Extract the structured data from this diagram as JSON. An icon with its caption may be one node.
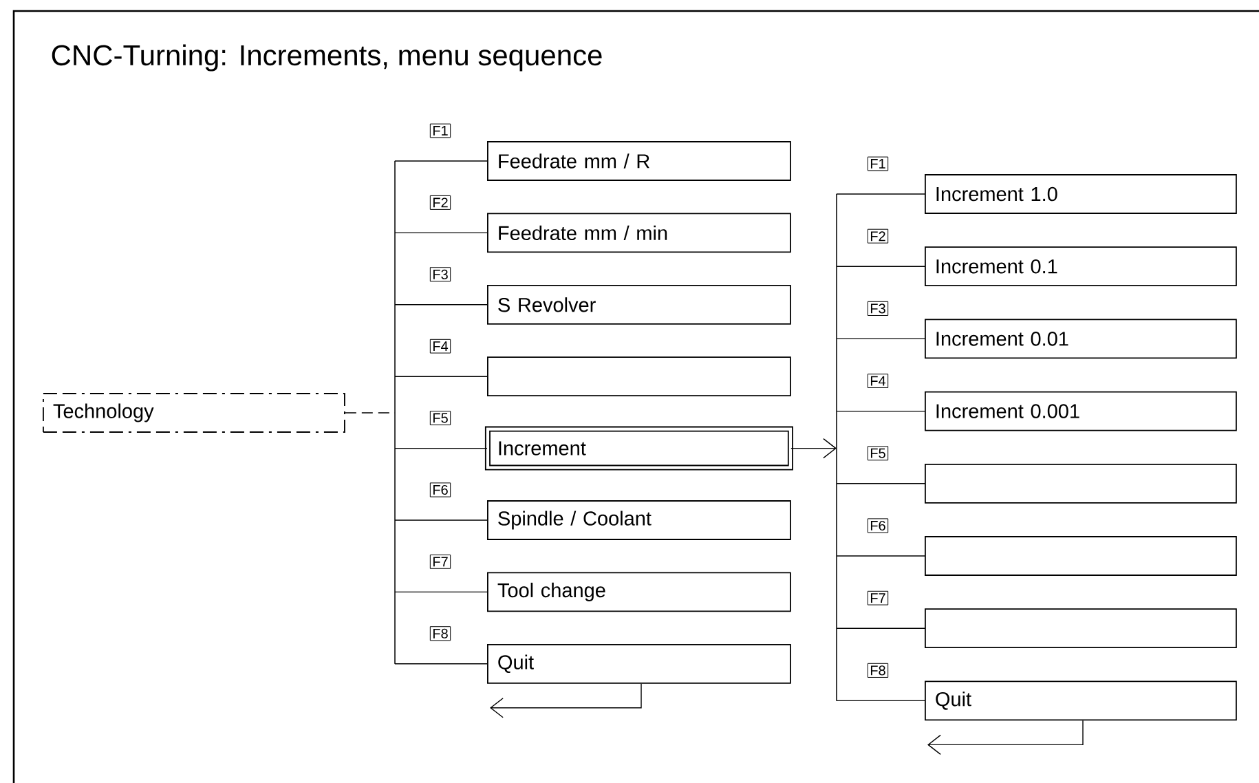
{
  "diagram": {
    "title": "CNC-Turning: Increments, menu sequence",
    "nodes": [
      {
        "text": [
          "Technology"
        ]
      },
      {
        "text": [
          "Feedrate mm / R"
        ],
        "beside": [
          "F1"
        ]
      },
      {
        "text": [
          "Feedrate mm / min"
        ],
        "beside": [
          "F2"
        ]
      },
      {
        "text": [
          "S Revolver"
        ],
        "beside": [
          "F3"
        ]
      },
      {
        "text": [],
        "shape": "box",
        "beside": [
          "F4"
        ]
      },
      {
        "text": [
          "Increment"
        ],
        "beside": [
          "F5"
        ]
      },
      {
        "text": [
          "Spindle / Coolant"
        ],
        "beside": [
          "F6"
        ]
      },
      {
        "text": [
          "Tool change"
        ],
        "beside": [
          "F7"
        ]
      },
      {
        "text": [
          "Quit"
        ],
        "beside": [
          "F8"
        ]
      },
      {
        "text": [
          "Increment 1.0"
        ],
        "beside": [
          "F1"
        ]
      },
      {
        "text": [
          "Increment 0.1"
        ],
        "beside": [
          "F2"
        ]
      },
      {
        "text": [
          "Increment 0.01"
        ],
        "beside": [
          "F3"
        ]
      },
      {
        "text": [
          "Increment 0.001"
        ],
        "beside": [
          "F4"
        ]
      },
      {
        "text": [],
        "shape": "box",
        "beside": [
          "F5"
        ]
      },
      {
        "text": [],
        "shape": "box",
        "beside": [
          "F6"
        ]
      },
      {
        "text": [],
        "shape": "box",
        "beside": [
          "F7"
        ]
      },
      {
        "text": [
          "Quit"
        ],
        "beside": [
          "F8"
        ]
      },
      {
        "text": [],
        "shape": "bar"
      },
      {
        "text": [],
        "shape": "bar"
      }
    ],
    "edges": [
      {
        "from": 0,
        "to": 17,
        "arrow": "none",
        "style": "dashed"
      },
      {
        "from": 17,
        "to": 1,
        "arrow": "none"
      },
      {
        "from": 17,
        "to": 2,
        "arrow": "none"
      },
      {
        "from": 17,
        "to": 3,
        "arrow": "none"
      },
      {
        "from": 17,
        "to": 4,
        "arrow": "none"
      },
      {
        "from": 17,
        "to": 5,
        "arrow": "none"
      },
      {
        "from": 17,
        "to": 6,
        "arrow": "none"
      },
      {
        "from": 17,
        "to": 7,
        "arrow": "none"
      },
      {
        "from": 17,
        "to": 8,
        "arrow": "none"
      },
      {
        "from": 5,
        "to": 18,
        "arrow": "to"
      },
      {
        "from": 18,
        "to": 9,
        "arrow": "none"
      },
      {
        "from": 18,
        "to": 10,
        "arrow": "none"
      },
      {
        "from": 18,
        "to": 11,
        "arrow": "none"
      },
      {
        "from": 18,
        "to": 12,
        "arrow": "none"
      },
      {
        "from": 18,
        "to": 13,
        "arrow": "none"
      },
      {
        "from": 18,
        "to": 14,
        "arrow": "none"
      },
      {
        "from": 18,
        "to": 15,
        "arrow": "none"
      },
      {
        "from": 18,
        "to": 16,
        "arrow": "none"
      },
      {
        "from": 8,
        "to": null,
        "arrow": "to"
      },
      {
        "from": 16,
        "to": null,
        "arrow": "to"
      }
    ]
  }
}
